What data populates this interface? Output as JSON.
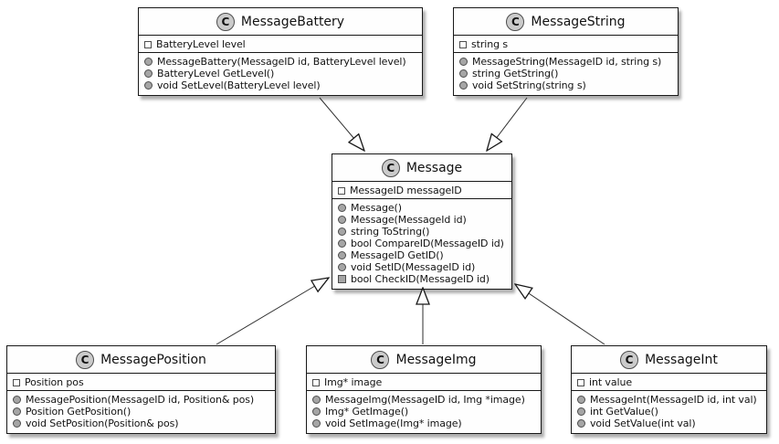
{
  "diagram": {
    "kind": "uml-class-diagram",
    "colors": {
      "background": "#FFFFFF",
      "box_fill": "#FEFEFE",
      "border": "#181818",
      "spot_fill": "#CBCBCB",
      "member_icon_fill": "#A5A5A5",
      "member_icon_border": "#4D4D4D",
      "arrow_line": "#2E2E2E"
    }
  },
  "classes": [
    {
      "title": "MessageBattery",
      "spot": "C",
      "fields": [
        {
          "text": "BatteryLevel level"
        }
      ],
      "methods": [
        {
          "visibility": "public",
          "signature": "MessageBattery(MessageID id, BatteryLevel level)"
        },
        {
          "visibility": "public",
          "signature": "BatteryLevel GetLevel()"
        },
        {
          "visibility": "public",
          "signature": "void SetLevel(BatteryLevel level)"
        }
      ]
    },
    {
      "title": "MessageString",
      "spot": "C",
      "fields": [
        {
          "text": "string s"
        }
      ],
      "methods": [
        {
          "visibility": "public",
          "signature": "MessageString(MessageID id, string s)"
        },
        {
          "visibility": "public",
          "signature": "string GetString()"
        },
        {
          "visibility": "public",
          "signature": "void SetString(string s)"
        }
      ]
    },
    {
      "title": "Message",
      "spot": "C",
      "fields": [
        {
          "text": "MessageID messageID"
        }
      ],
      "methods": [
        {
          "visibility": "public",
          "signature": "Message()"
        },
        {
          "visibility": "public",
          "signature": "Message(MessageId id)"
        },
        {
          "visibility": "public",
          "signature": "string ToString()"
        },
        {
          "visibility": "public",
          "signature": "bool CompareID(MessageID id)"
        },
        {
          "visibility": "public",
          "signature": "MessageID GetID()"
        },
        {
          "visibility": "public",
          "signature": "void SetID(MessageID id)"
        },
        {
          "visibility": "private",
          "signature": "bool CheckID(MessageID id)"
        }
      ]
    },
    {
      "title": "MessagePosition",
      "spot": "C",
      "fields": [
        {
          "text": "Position pos"
        }
      ],
      "methods": [
        {
          "visibility": "public",
          "signature": "MessagePosition(MessageID id, Position& pos)"
        },
        {
          "visibility": "public",
          "signature": "Position GetPosition()"
        },
        {
          "visibility": "public",
          "signature": "void SetPosition(Position& pos)"
        }
      ]
    },
    {
      "title": "MessageImg",
      "spot": "C",
      "fields": [
        {
          "text": "Img* image"
        }
      ],
      "methods": [
        {
          "visibility": "public",
          "signature": "MessageImg(MessageID id, Img *image)"
        },
        {
          "visibility": "public",
          "signature": "Img* GetImage()"
        },
        {
          "visibility": "public",
          "signature": "void SetImage(Img* image)"
        }
      ]
    },
    {
      "title": "MessageInt",
      "spot": "C",
      "fields": [
        {
          "text": "int value"
        }
      ],
      "methods": [
        {
          "visibility": "public",
          "signature": "MessageInt(MessageID id, int val)"
        },
        {
          "visibility": "public",
          "signature": "int GetValue()"
        },
        {
          "visibility": "public",
          "signature": "void SetValue(int val)"
        }
      ]
    }
  ],
  "relations": [
    {
      "from": "MessageBattery",
      "to": "Message",
      "type": "generalization"
    },
    {
      "from": "MessageString",
      "to": "Message",
      "type": "generalization"
    },
    {
      "from": "MessagePosition",
      "to": "Message",
      "type": "generalization"
    },
    {
      "from": "MessageImg",
      "to": "Message",
      "type": "generalization"
    },
    {
      "from": "MessageInt",
      "to": "Message",
      "type": "generalization"
    }
  ]
}
